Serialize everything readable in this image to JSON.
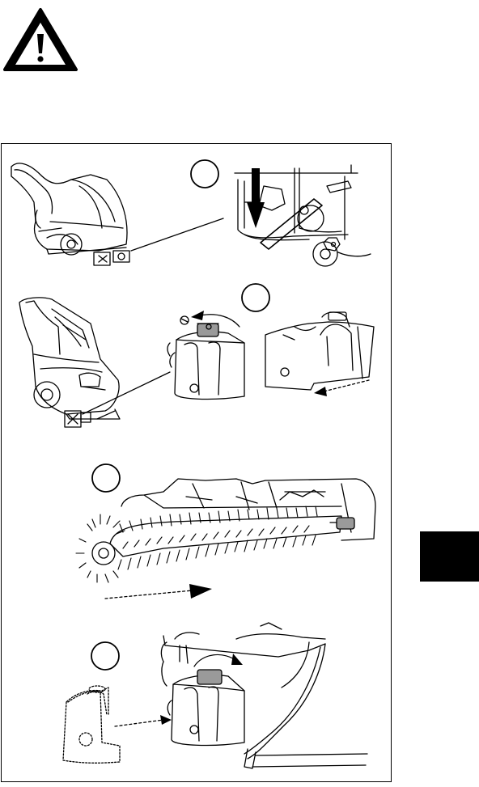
{
  "page": {
    "warning_icon": "warning-triangle-icon",
    "colors": {
      "ink": "#000000",
      "paper": "#ffffff",
      "tab": "#000000",
      "highlight": "#9a9a9a"
    }
  },
  "figure": {
    "steps": [
      {
        "icon": "step-marker-circle",
        "content": "lever-release-illustration"
      },
      {
        "icon": "step-marker-circle",
        "content": "brush-cover-removal-illustration"
      },
      {
        "icon": "step-marker-circle",
        "content": "brush-extraction-illustration"
      },
      {
        "icon": "step-marker-circle",
        "content": "brush-cover-refit-illustration"
      }
    ]
  }
}
